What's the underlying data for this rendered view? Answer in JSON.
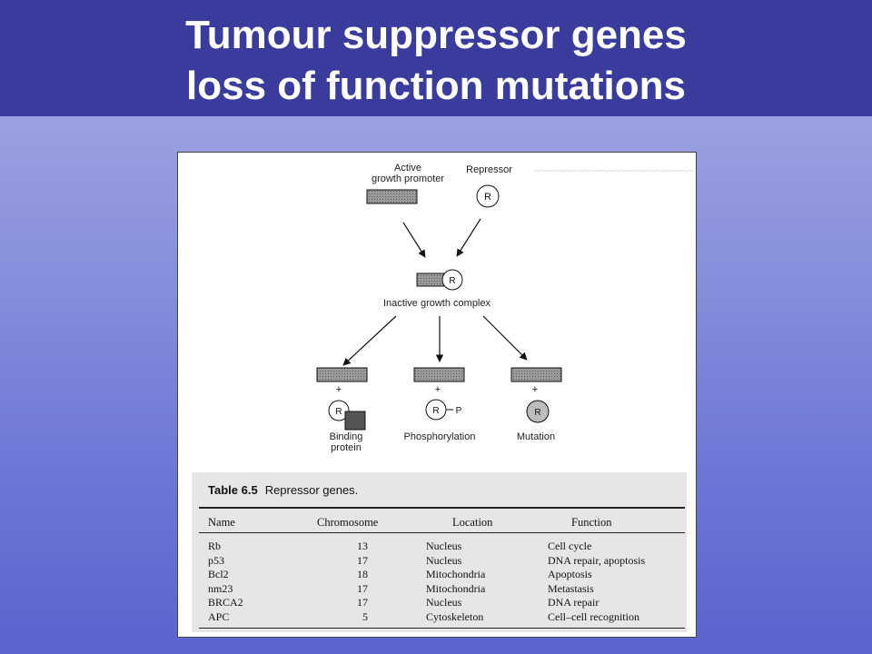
{
  "title": {
    "line1": "Tumour suppressor genes",
    "line2": "loss of function mutations"
  },
  "diagram": {
    "active_label": "Active\ngrowth promoter",
    "repressor_label": "Repressor",
    "repressor_symbol": "R",
    "complex_label": "Inactive growth complex",
    "plus": "+",
    "phospho_symbol": "P",
    "outcomes": [
      "Binding\nprotein",
      "Phosphorylation",
      "Mutation"
    ]
  },
  "table": {
    "caption_number": "Table 6.5",
    "caption_text": "Repressor genes.",
    "headers": [
      "Name",
      "Chromosome",
      "Location",
      "Function"
    ],
    "rows": [
      [
        "Rb",
        "13",
        "Nucleus",
        "Cell cycle"
      ],
      [
        "p53",
        "17",
        "Nucleus",
        "DNA repair, apoptosis"
      ],
      [
        "Bcl2",
        "18",
        "Mitochondria",
        "Apoptosis"
      ],
      [
        "nm23",
        "17",
        "Mitochondria",
        "Metastasis"
      ],
      [
        "BRCA2",
        "17",
        "Nucleus",
        "DNA repair"
      ],
      [
        "APC",
        "5",
        "Cytoskeleton",
        "Cell–cell recognition"
      ]
    ]
  },
  "colors": {
    "title_bar": "#3a3c9d",
    "background_top": "#a9aee6",
    "background_bottom": "#5a63cf",
    "bar_fill": "#8f8f8f",
    "mutant_fill": "#bdbdbd"
  }
}
